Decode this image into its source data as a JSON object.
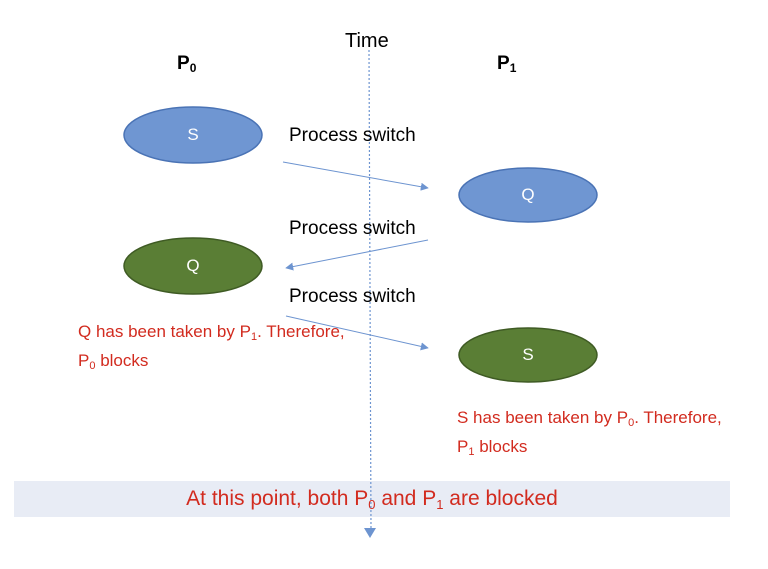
{
  "processes": {
    "p0": {
      "name": "P",
      "sub": "0"
    },
    "p1": {
      "name": "P",
      "sub": "1"
    }
  },
  "time_label": "Time",
  "switches": [
    "Process switch",
    "Process switch",
    "Process switch"
  ],
  "ellipses": {
    "p0_first": "S",
    "p1_first": "Q",
    "p0_second": "Q",
    "p1_second": "S"
  },
  "notes": {
    "left": {
      "line1_a": "Q has been taken by P",
      "line1_sub": "1",
      "line1_b": ". Therefore,",
      "line2_a": "P",
      "line2_sub": "0",
      "line2_b": " blocks"
    },
    "right": {
      "line1_a": "S has been taken by P",
      "line1_sub": "0",
      "line1_b": ". Therefore,",
      "line2_a": "P",
      "line2_sub": "1",
      "line2_b": "  blocks"
    }
  },
  "banner": {
    "a": "At this point, both P",
    "sub0": "0",
    "b": " and P",
    "sub1": "1",
    "c": " are blocked"
  },
  "colors": {
    "blue_fill": "#6f96d2",
    "blue_stroke": "#4a73b5",
    "green_fill": "#5a7e35",
    "green_stroke": "#3f5b24",
    "arrow": "#6d94d0",
    "text_red": "#d22b1f",
    "banner_bg": "#e8ecf5"
  }
}
